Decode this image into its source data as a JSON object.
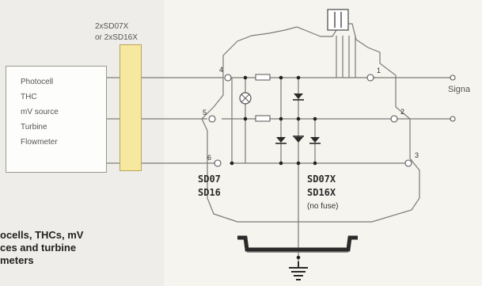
{
  "part_label": [
    "2xSD07X",
    "or 2xSD16X"
  ],
  "source_box": [
    "Photocell",
    "THC",
    "mV source",
    "Turbine",
    "Flowmeter"
  ],
  "signal_label": "Signa",
  "left_device": [
    "SD07",
    "SD16"
  ],
  "right_device": [
    "SD07X",
    "SD16X",
    "(no fuse)"
  ],
  "terminals": [
    "4",
    "5",
    "6",
    "1",
    "2",
    "3"
  ],
  "caption": [
    "ocells, THCs, mV",
    "ces and turbine",
    "meters"
  ],
  "colors": {
    "barrier_fill": "#f7e8a0",
    "wire": "#7a7a74",
    "label_bold": "#2a2a2a"
  }
}
